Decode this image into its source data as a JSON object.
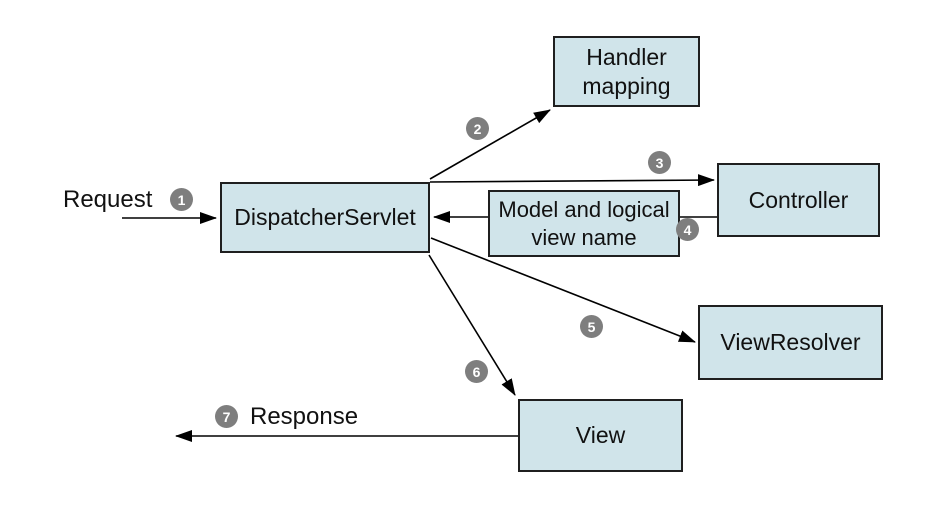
{
  "nodes": {
    "dispatcher_servlet": {
      "label": "DispatcherServlet"
    },
    "handler_mapping": {
      "lines": [
        "Handler",
        "mapping"
      ]
    },
    "controller": {
      "label": "Controller"
    },
    "model_and_logical_view_name": {
      "lines": [
        "Model and logical",
        "view name"
      ]
    },
    "view_resolver": {
      "label": "ViewResolver"
    },
    "view": {
      "label": "View"
    }
  },
  "flow_labels": {
    "request": "Request",
    "response": "Response"
  },
  "step_numbers": [
    "1",
    "2",
    "3",
    "4",
    "5",
    "6",
    "7"
  ],
  "colors": {
    "node_fill": "#d0e4ea",
    "node_border": "#1f1f1f",
    "badge_bg": "#7e7e7e",
    "badge_text": "#ffffff",
    "line_color": "#000000",
    "text_color": "#111111",
    "background": "#ffffff"
  }
}
